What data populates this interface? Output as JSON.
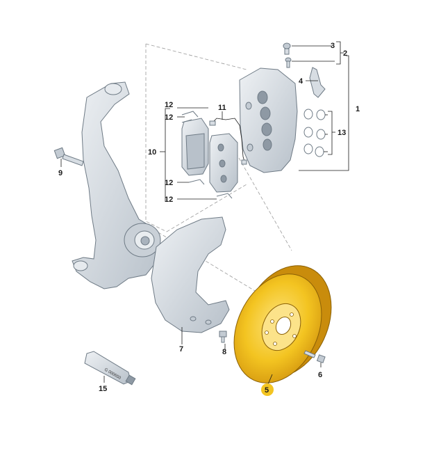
{
  "callouts": {
    "c1": "1",
    "c2": "2",
    "c3": "3",
    "c4": "4",
    "c5": "5",
    "c6": "6",
    "c7": "7",
    "c8": "8",
    "c9": "9",
    "c10": "10",
    "c11": "11",
    "c12a": "12",
    "c12b": "12",
    "c12c": "12",
    "c12d": "12",
    "c13": "13",
    "c15": "15"
  },
  "tube_label": "G 000650",
  "colors": {
    "disc_fill": "#f3c421",
    "disc_shade": "#d69a10",
    "part_metal": "#d7dde3",
    "highlight_badge": "#f3c421",
    "lines": "#1a1a1a"
  }
}
